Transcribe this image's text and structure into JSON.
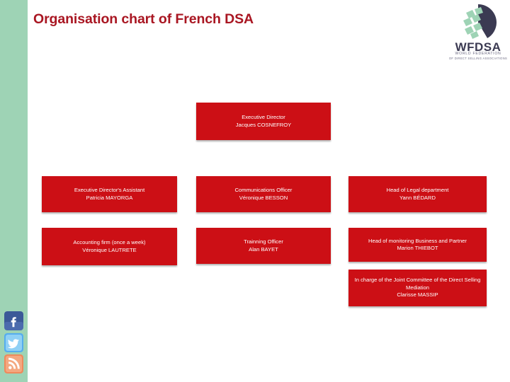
{
  "slide": {
    "title": "Organisation chart of French DSA",
    "background_color": "#FFFFFF",
    "accent_color": "#A91622",
    "band_color": "#9ED3B5",
    "box_color": "#CC0F15"
  },
  "logo": {
    "wordmark": "WFDSA",
    "subtitle_line1": "WORLD FEDERATION",
    "subtitle_line2": "OF DIRECT SELLING ASSOCIATIONS",
    "mark_color_dark": "#3B3A52",
    "mark_color_light": "#9ED3B5"
  },
  "chart": {
    "nodes": [
      {
        "id": "executive-director",
        "role": "Executive Director",
        "person": "Jacques COSNEFROY",
        "row": 1,
        "column": 2
      },
      {
        "id": "executive-directors-assistant",
        "role": "Executive Director's Assistant",
        "person": "Patricia MAYORGA",
        "row": 2,
        "column": 1
      },
      {
        "id": "communications-officer",
        "role": "Communications Officer",
        "person": "Véronique BESSON",
        "row": 2,
        "column": 2
      },
      {
        "id": "head-of-legal-department",
        "role": "Head of Legal department",
        "person": "Yann BÉDARD",
        "row": 2,
        "column": 3
      },
      {
        "id": "accounting-firm",
        "role": "Accounting firm (once a week)",
        "person": "Véronique LAUTRETE",
        "row": 3,
        "column": 1
      },
      {
        "id": "trainning-officer",
        "role": "Trainning Officer",
        "person": "Alan BAYET",
        "row": 3,
        "column": 2
      },
      {
        "id": "head-of-monitoring-business-and-partner",
        "role": "Head of monitoring Business and Partner",
        "person": "Marion THIEBOT",
        "row": 3,
        "column": 3
      },
      {
        "id": "joint-committee-mediation",
        "role": "In charge of the Joint Committee of the Direct Selling Mediation",
        "person": "Clarisse MASSIP",
        "row": 4,
        "column": 3
      }
    ]
  },
  "social": [
    {
      "id": "facebook",
      "icon": "facebook-icon",
      "label": "f",
      "color": "#3B5998"
    },
    {
      "id": "twitter",
      "icon": "twitter-icon",
      "label": "t",
      "color": "#55ACEE"
    },
    {
      "id": "rss",
      "icon": "rss-icon",
      "label": "rss",
      "color": "#EE8A5C"
    }
  ]
}
